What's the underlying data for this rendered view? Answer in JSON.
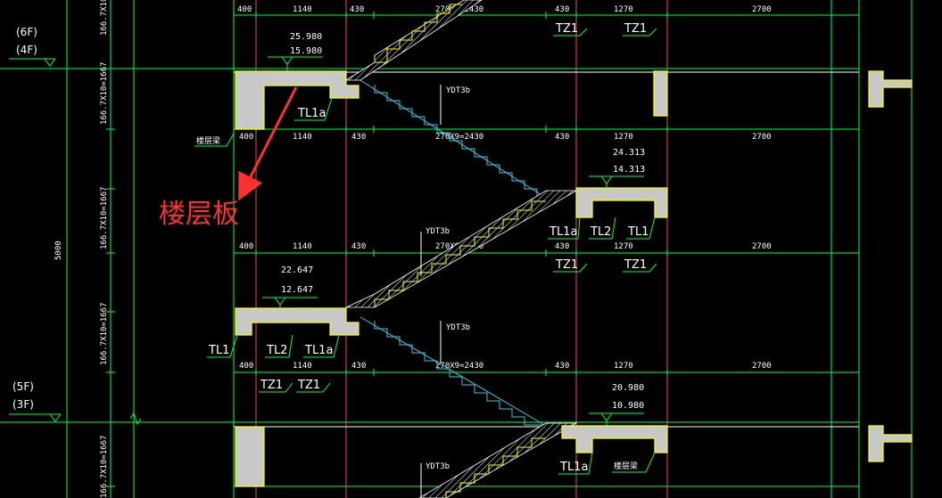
{
  "annotation": {
    "text": "楼层板",
    "color": "#ff3030"
  },
  "levels": [
    {
      "id": "top",
      "primary": "(6F)",
      "secondary": "(4F)"
    },
    {
      "id": "bottom",
      "primary": "(5F)",
      "secondary": "(3F)"
    }
  ],
  "left_dims": {
    "total": "5000",
    "segments": [
      "166.7X10=",
      "166.7X10=1667",
      "166.7X10=1667",
      "166.7X10=1667",
      "166.7X10=1667"
    ]
  },
  "dim_rows": [
    {
      "labels": [
        "400",
        "1140",
        "430",
        "270X9=2430",
        "430",
        "1270",
        "2700"
      ]
    },
    {
      "labels": [
        "400",
        "1140",
        "430",
        "270X9=2430",
        "430",
        "1270",
        "2700"
      ]
    },
    {
      "labels": [
        "400",
        "1140",
        "430",
        "270X9=2430",
        "430",
        "1270",
        "2700"
      ]
    },
    {
      "labels": [
        "400",
        "1140",
        "430",
        "270X9=2430",
        "430",
        "1270",
        "2700"
      ]
    }
  ],
  "elevations": [
    {
      "top": "25.980",
      "bottom": "15.980"
    },
    {
      "top": "24.313",
      "bottom": "14.313"
    },
    {
      "top": "22.647",
      "bottom": "12.647"
    },
    {
      "top": "20.980",
      "bottom": "10.980"
    }
  ],
  "member_labels": {
    "tz1": "TZ1",
    "tl1": "TL1",
    "tl1a": "TL1a",
    "tl2": "TL2",
    "ydt3b": "YDT3b",
    "floor_beam": "楼层梁"
  },
  "colors": {
    "background": "#000000",
    "grid": "#00ff3c",
    "stair": "#37c8e6",
    "slab_outline": "#ffff00",
    "slab_fill": "#c8c8c8",
    "text": "#ffffff"
  }
}
